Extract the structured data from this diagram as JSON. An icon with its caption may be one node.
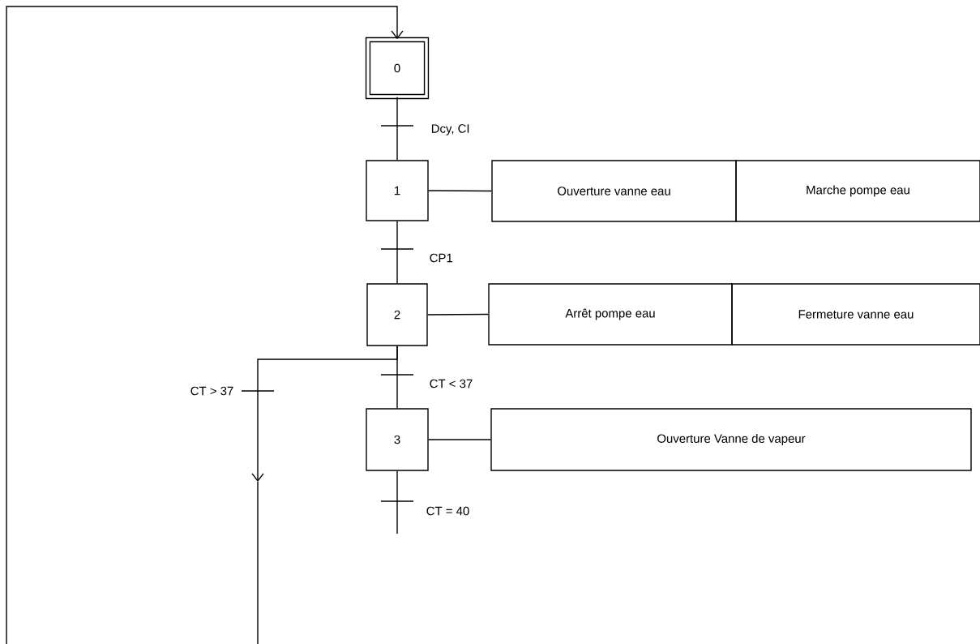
{
  "diagram": {
    "nodes": [
      {
        "text": [
          "0"
        ]
      },
      {
        "text": [
          "1"
        ]
      },
      {
        "text": [
          "Ouverture vanne eau"
        ]
      },
      {
        "text": [
          "Marche pompe eau"
        ]
      },
      {
        "text": [
          "2"
        ]
      },
      {
        "text": [
          "Arrêt pompe eau"
        ]
      },
      {
        "text": [
          "Fermeture vanne eau"
        ]
      },
      {
        "text": [
          "3"
        ]
      },
      {
        "text": [
          "Ouverture Vanne de vapeur"
        ]
      }
    ],
    "edges": [
      {
        "from": 0,
        "to": 1,
        "arrow": "none",
        "label": "Dcy, CI"
      },
      {
        "from": 1,
        "to": 2,
        "arrow": "none"
      },
      {
        "from": 1,
        "to": 4,
        "arrow": "none",
        "label": "CP1"
      },
      {
        "from": 4,
        "to": 5,
        "arrow": "none"
      },
      {
        "from": 4,
        "to": 7,
        "arrow": "none",
        "label": "CT < 37"
      },
      {
        "from": 7,
        "to": 8,
        "arrow": "none"
      },
      {
        "from": 7,
        "to": null,
        "arrow": "none",
        "label": "CT = 40"
      },
      {
        "from": 4,
        "to": null,
        "arrow": "to",
        "label": "CT > 37"
      },
      {
        "from": null,
        "to": 0,
        "arrow": "to"
      }
    ]
  }
}
